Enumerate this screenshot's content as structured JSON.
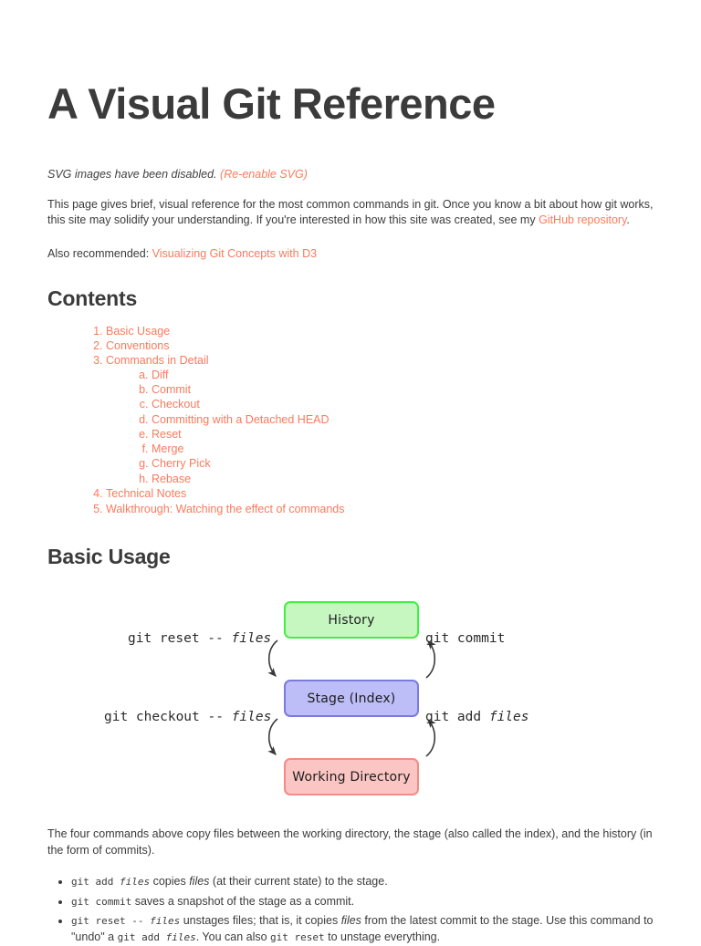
{
  "page": {
    "title": "A Visual Git Reference",
    "svg_notice_text": "SVG images have been disabled.",
    "svg_notice_link": "(Re-enable SVG)",
    "intro_part1": "This page gives brief, visual reference for the most common commands in git. Once you know a bit about how git works, this site may solidify your understanding. If you're interested in how this site was created, see my ",
    "intro_link": "GitHub repository",
    "intro_part2": ".",
    "also_label": "Also recommended: ",
    "also_link": "Visualizing Git Concepts with D3",
    "link_color": "#fb7a5c",
    "text_color": "#3b3b3b"
  },
  "contents": {
    "heading": "Contents",
    "items": [
      {
        "label": "Basic Usage"
      },
      {
        "label": "Conventions"
      },
      {
        "label": "Commands in Detail",
        "sub": [
          {
            "label": "Diff"
          },
          {
            "label": "Commit"
          },
          {
            "label": "Checkout"
          },
          {
            "label": "Committing with a Detached HEAD"
          },
          {
            "label": "Reset"
          },
          {
            "label": "Merge"
          },
          {
            "label": "Cherry Pick"
          },
          {
            "label": "Rebase"
          }
        ]
      },
      {
        "label": "Technical Notes"
      },
      {
        "label": "Walkthrough: Watching the effect of commands"
      }
    ]
  },
  "basic_usage": {
    "heading": "Basic Usage",
    "diagram": {
      "boxes": [
        {
          "label": "History",
          "fill": "#c6f7c1",
          "border": "#43f03f"
        },
        {
          "label": "Stage (Index)",
          "fill": "#bdbdf7",
          "border": "#7b7bde"
        },
        {
          "label": "Working Directory",
          "fill": "#fac5c3",
          "border": "#f58b86"
        }
      ],
      "labels": {
        "reset": {
          "cmd": "git reset -- ",
          "arg": "files"
        },
        "commit": {
          "cmd": "git commit",
          "arg": ""
        },
        "checkout": {
          "cmd": "git checkout -- ",
          "arg": "files"
        },
        "add": {
          "cmd": "git add ",
          "arg": "files"
        }
      }
    },
    "paragraph": "The four commands above copy files between the working directory, the stage (also called the index), and the history (in the form of commits).",
    "bullets": [
      {
        "segments": [
          {
            "type": "code",
            "text": "git add "
          },
          {
            "type": "code-italic",
            "text": "files"
          },
          {
            "type": "text",
            "text": " copies "
          },
          {
            "type": "italic",
            "text": "files"
          },
          {
            "type": "text",
            "text": " (at their current state) to the stage."
          }
        ]
      },
      {
        "segments": [
          {
            "type": "code",
            "text": "git commit"
          },
          {
            "type": "text",
            "text": " saves a snapshot of the stage as a commit."
          }
        ]
      },
      {
        "segments": [
          {
            "type": "code",
            "text": "git reset -- "
          },
          {
            "type": "code-italic",
            "text": "files"
          },
          {
            "type": "text",
            "text": " unstages files; that is, it copies "
          },
          {
            "type": "italic",
            "text": "files"
          },
          {
            "type": "text",
            "text": " from the latest commit to the stage. Use this command to \"undo\" a "
          },
          {
            "type": "code",
            "text": "git add "
          },
          {
            "type": "code-italic",
            "text": "files"
          },
          {
            "type": "text",
            "text": ". You can also "
          },
          {
            "type": "code",
            "text": "git reset"
          },
          {
            "type": "text",
            "text": " to unstage everything."
          }
        ]
      }
    ]
  }
}
